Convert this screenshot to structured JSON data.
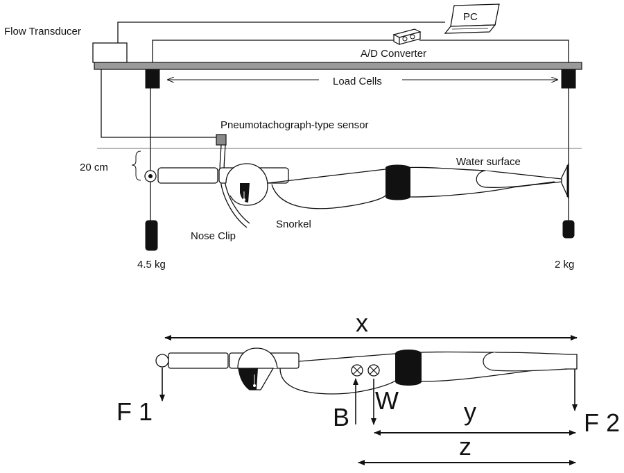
{
  "labels": {
    "flow_transducer": "Flow Transducer",
    "pc": "PC",
    "ad_converter": "A/D Converter",
    "load_cells": "Load  Cells",
    "sensor": "Pneumotachograph-type sensor",
    "depth": "20 cm",
    "water_surface": "Water surface",
    "nose_clip": "Nose Clip",
    "snorkel": "Snorkel",
    "weight_left": "4.5 kg",
    "weight_right": "2 kg"
  },
  "forces": {
    "x": "x",
    "y": "y",
    "z": "z",
    "f1": "F 1",
    "f2": "F 2",
    "b": "B",
    "w": "W"
  },
  "colors": {
    "ink": "#111111",
    "beam": "#9a9a9a",
    "background": "#ffffff"
  }
}
